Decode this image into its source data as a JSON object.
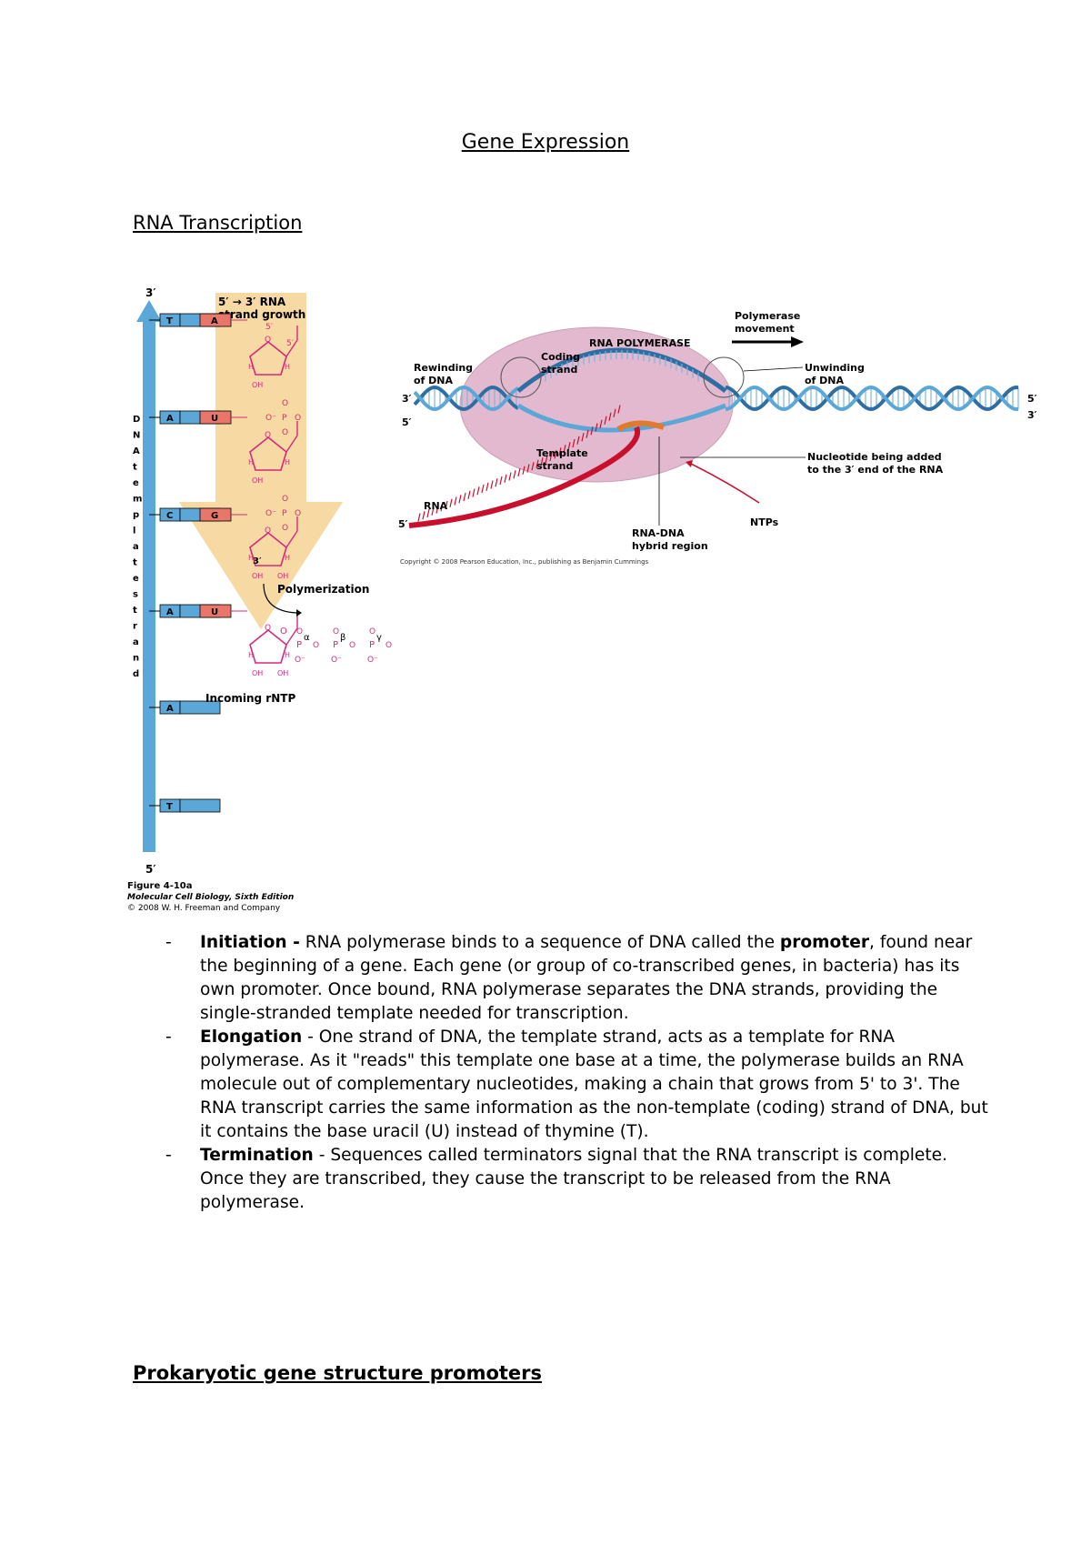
{
  "title": "Gene Expression",
  "section1_heading": "RNA Transcription",
  "section2_heading": "Prokaryotic gene structure promoters",
  "figure_left": {
    "end_top": "3′",
    "end_bottom": "5′",
    "strand_growth": [
      "5′ → 3′ RNA",
      "strand growth"
    ],
    "template_label": "DNA template strand",
    "dna_bases": [
      "T",
      "A",
      "C",
      "A",
      "A",
      "T"
    ],
    "rna_bases": [
      "A",
      "U",
      "G",
      "U"
    ],
    "five_prime": "5′",
    "three_prime": "3′",
    "oh": "OH",
    "h": "H",
    "o": "O",
    "p": "P",
    "o_minus": "O⁻",
    "polymerization": "Polymerization",
    "incoming": "Incoming rNTP",
    "alpha": "α",
    "beta": "β",
    "gamma": "γ",
    "caption": [
      "Figure 4-10a",
      "Molecular Cell Biology, Sixth Edition",
      "© 2008 W. H. Freeman and Company"
    ]
  },
  "figure_right": {
    "polymerase_movement": [
      "Polymerase",
      "movement"
    ],
    "rna_polymerase": "RNA POLYMERASE",
    "coding_strand": [
      "Coding",
      "strand"
    ],
    "rewinding": [
      "Rewinding",
      "of DNA"
    ],
    "unwinding": [
      "Unwinding",
      "of DNA"
    ],
    "template_strand": [
      "Template",
      "strand"
    ],
    "nucleotide_added": [
      "Nucleotide being added",
      "to the 3′ end of the RNA"
    ],
    "rna": "RNA",
    "ntps": "NTPs",
    "hybrid": [
      "RNA-DNA",
      "hybrid region"
    ],
    "end_3_left": "3′",
    "end_5_left": "5′",
    "end_5_right": "5′",
    "end_3_right": "3′",
    "end_5_rna": "5′",
    "copyright": "Copyright © 2008 Pearson Education, Inc., publishing as Benjamin Cummings"
  },
  "bullets": [
    {
      "term": "Initiation -",
      "text_a": " RNA polymerase binds to a sequence of DNA called the ",
      "bold_b": "promoter",
      "text_c": ", found near the beginning of a gene. Each gene (or group of co-transcribed genes, in bacteria) has its own promoter. Once bound, RNA polymerase separates the DNA strands, providing the single-stranded template needed for transcription."
    },
    {
      "term": "Elongation",
      "text_a": " - One strand of DNA, the template strand, acts as a template for RNA polymerase. As it \"reads\" this template one base at a time, the polymerase builds an RNA molecule out of complementary nucleotides, making a chain that grows from 5' to 3'. The RNA transcript carries the same information as the non-template (coding) strand of DNA, but it contains the base uracil (U) instead of thymine (T)."
    },
    {
      "term": "Termination",
      "text_a": " - Sequences called terminators signal that the RNA transcript is complete. Once they are transcribed, they cause the transcript to be released from the RNA polymerase."
    }
  ],
  "bullet_dash": "-",
  "colors": {
    "dna_blue": "#5aa7d8",
    "rna_red": "#e8766a",
    "arrow_yellow": "#f7d9a3",
    "sugar_pink": "#d8287b",
    "polymerase_pink": "#e3b9cf"
  }
}
